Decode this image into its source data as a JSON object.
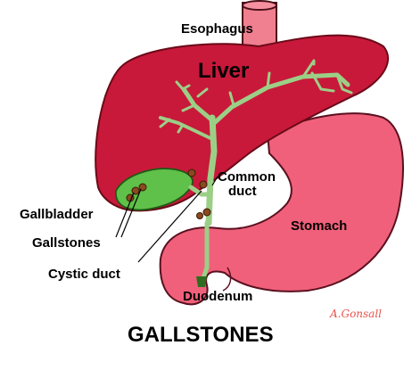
{
  "labels": {
    "esophagus": "Esophagus",
    "liver": "Liver",
    "common_duct_line1": "Common",
    "common_duct_line2": "duct",
    "gallbladder": "Gallbladder",
    "gallstones": "Gallstones",
    "cystic_duct": "Cystic duct",
    "stomach": "Stomach",
    "duodenum": "Duodenum",
    "title": "GALLSTONES"
  },
  "signature": "A.Gonsall",
  "colors": {
    "liver": "#c8193a",
    "liver_outline": "#6a0a18",
    "stomach": "#f0607a",
    "stomach_outline": "#5a1020",
    "esophagus": "#f07f90",
    "ducts": "#9ccf86",
    "gallbladder": "#5fc04a",
    "gallstone": "#8a4a1f",
    "signature": "#e8524a"
  }
}
